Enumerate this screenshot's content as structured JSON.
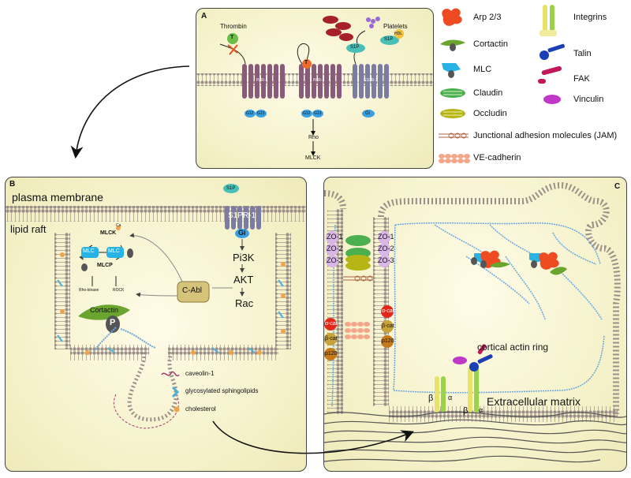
{
  "panel_a": {
    "label": "A",
    "thrombin": "Thrombin",
    "platelets": "Platelets",
    "t1": "T",
    "t2": "T",
    "s1p_a": "S1P",
    "s1p_b": "S1P",
    "hdl": "HDL",
    "par1_a": "PAR-1",
    "par1_b": "PAR-1",
    "s1pr1": "S1PR-1",
    "g12_a": "G12",
    "g13_a": "G13",
    "g12_b": "G12",
    "g13_b": "G13",
    "gi": "Gi",
    "rho": "Rho",
    "mlck": "MLCK"
  },
  "legend_left": [
    "Arp 2/3",
    "Cortactin",
    "MLC",
    "Claudin",
    "Occludin",
    "Junctional adhesion molecules (JAM)",
    "VE-cadherin"
  ],
  "legend_right": [
    "Integrins",
    "Talin",
    "FAK",
    "Vinculin"
  ],
  "panel_b": {
    "label": "B",
    "plasma_membrane": "plasma membrane",
    "lipid_raft": "lipid raft",
    "s1p": "S1P",
    "s1pr1": "S1PR-1",
    "gi": "Gi",
    "pi3k": "Pi3K",
    "akt": "AKT",
    "rac": "Rac",
    "cabl": "C-Abl",
    "cortactin": "Cortactin",
    "p": "P",
    "mlck": "MLCK",
    "mlc_left": "MLC",
    "mlc_right": "MLC",
    "mlcp": "MLCP",
    "rho_kinase": "Rho-kinase",
    "rock": "ROCK",
    "ca": "Ca",
    "caveolin": "caveolin-1",
    "glyco": "glycosylated sphingolipids",
    "cholesterol": "cholesterol"
  },
  "panel_c": {
    "label": "C",
    "zo_left": [
      "ZO-1",
      "ZO-2",
      "ZO-3"
    ],
    "zo_right": [
      "ZO-1",
      "ZO-2",
      "ZO-3"
    ],
    "acat_l": "α-cat",
    "bcat_l": "β-cat",
    "p120_l": "p120",
    "acat_r": "α-cat",
    "bcat_r": "β-cat",
    "p120_r": "p120",
    "cortical": "cortical actin ring",
    "ecm": "Extracellular matrix",
    "beta1": "β",
    "alpha1": "α",
    "beta2": "β",
    "alpha2": "α",
    "int_ba": "β α"
  },
  "colors": {
    "arp": "#ef4b23",
    "cortactin": "#6aa52f",
    "mlc": "#29b3e4",
    "claudin": "#4caf50",
    "occludin": "#b5b515",
    "jam": "#b3664a",
    "vecad": "#f4a58a",
    "integrin_a": "#e7e36a",
    "integrin_b": "#9bd24b",
    "talin": "#1b3fb5",
    "fak": "#c2185b",
    "vinculin": "#c038c8",
    "actin": "#6aa8e0",
    "receptor": "#8a5a7a",
    "s1pr": "#7c7ca3",
    "membrane": "#9c8f8a",
    "cabl": "#d6c37a"
  }
}
